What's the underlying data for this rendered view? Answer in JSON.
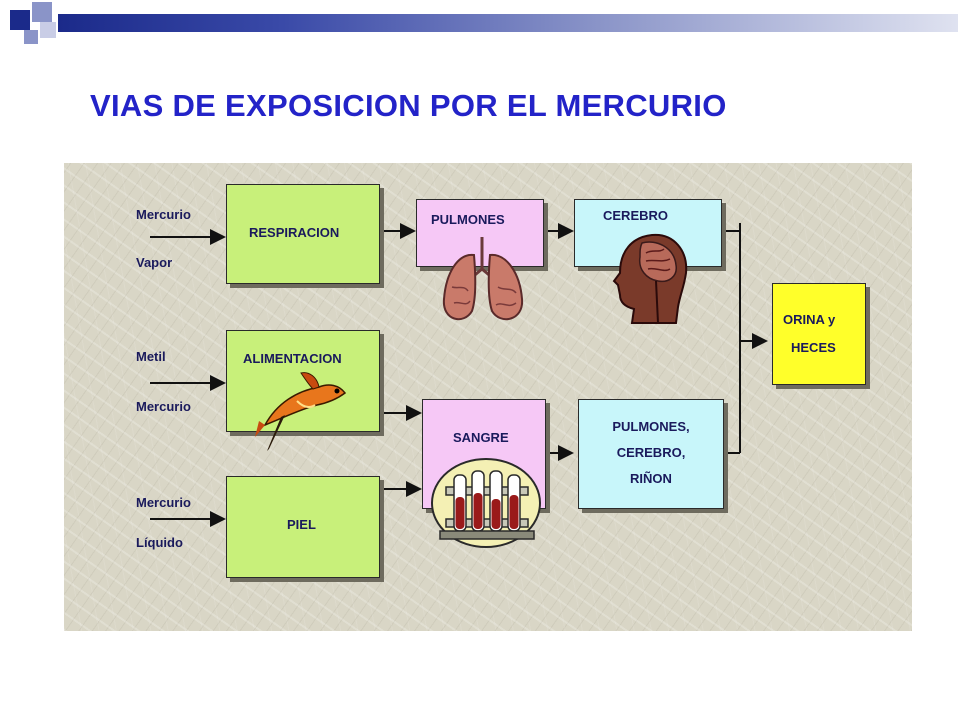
{
  "title": "VIAS DE EXPOSICION POR EL MERCURIO",
  "colors": {
    "title": "#2323c8",
    "header_bar": "#1b2a8a",
    "box_green": "#c8f07a",
    "box_pink": "#f6c8f6",
    "box_cyan": "#c8f6fa",
    "box_yellow": "#ffff2a",
    "label_text": "#1a1a5c"
  },
  "inputs": [
    {
      "line1": "Mercurio",
      "line2": "Vapor"
    },
    {
      "line1": "Metil",
      "line2": "Mercurio"
    },
    {
      "line1": "Mercurio",
      "line2": "Líquido"
    }
  ],
  "routes": {
    "respiracion": "RESPIRACION",
    "alimentacion": "ALIMENTACION",
    "piel": "PIEL"
  },
  "organs": {
    "pulmones": "PULMONES",
    "cerebro": "CEREBRO",
    "sangre": "SANGRE",
    "multi": [
      "PULMONES,",
      "CEREBRO,",
      "RIÑON"
    ]
  },
  "output": [
    "ORINA y",
    "HECES"
  ],
  "icons": [
    "lungs-icon",
    "head-brain-icon",
    "fish-icon",
    "test-tubes-icon"
  ]
}
